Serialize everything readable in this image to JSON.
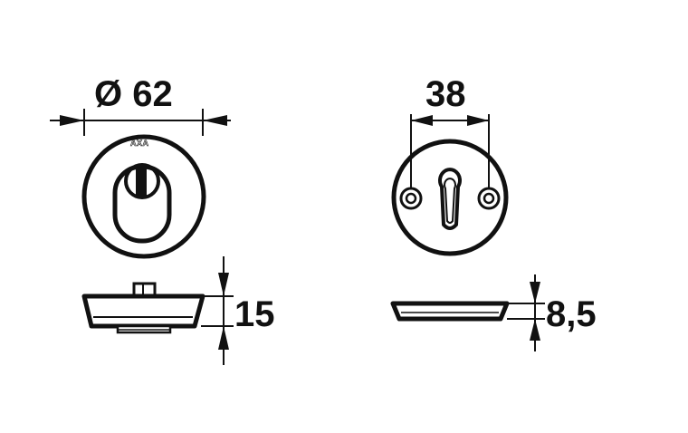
{
  "drawing": {
    "left_view": {
      "diameter_label": "Ø 62",
      "height_label": "15",
      "brand": "AXA"
    },
    "right_view": {
      "width_label": "38",
      "height_label": "8,5"
    }
  }
}
